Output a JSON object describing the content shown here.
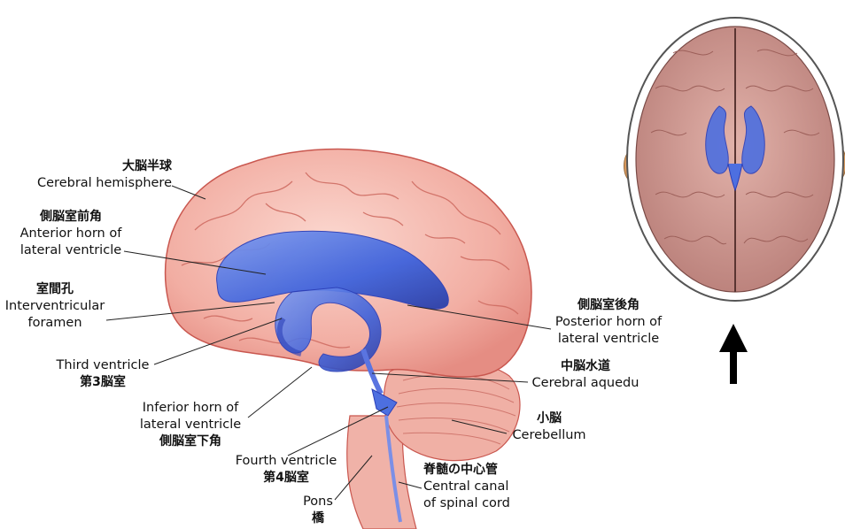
{
  "labels": {
    "cerebral_hemisphere": {
      "jp": "大脳半球",
      "en": "Cerebral hemisphere"
    },
    "anterior_horn": {
      "jp": "側脳室前角",
      "en1": "Anterior horn of",
      "en2": "lateral ventricle"
    },
    "interventricular_foramen": {
      "jp": "室間孔",
      "en1": "Interventricular",
      "en2": "foramen"
    },
    "third_ventricle": {
      "en": "Third ventricle",
      "jp": "第3脳室"
    },
    "inferior_horn": {
      "en1": "Inferior horn of",
      "en2": "lateral ventricle",
      "jp": "側脳室下角"
    },
    "fourth_ventricle": {
      "en": "Fourth ventricle",
      "jp": "第4脳室"
    },
    "pons": {
      "en": "Pons",
      "jp": "橋"
    },
    "posterior_horn": {
      "jp": "側脳室後角",
      "en1": "Posterior horn of",
      "en2": "lateral ventricle"
    },
    "cerebral_aqueduct": {
      "jp": "中脳水道",
      "en": "Cerebral aquedu"
    },
    "cerebellum": {
      "jp": "小脳",
      "en": "Cerebellum"
    },
    "central_canal": {
      "jp": "脊髄の中心管",
      "en1": "Central canal",
      "en2": "of spinal cord"
    }
  },
  "colors": {
    "brain_fill": "#f4b9b0",
    "brain_stroke": "#c9574f",
    "ventricle": "#4d6fe0",
    "ventricle_dark": "#2b3fb8",
    "top_view_fill": "#d7a19a",
    "arrow": "#000000"
  },
  "icons": [
    "up-arrow-icon"
  ]
}
